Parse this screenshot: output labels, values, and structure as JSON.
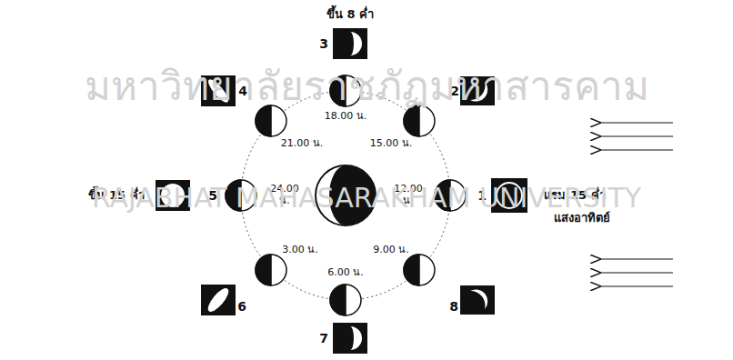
{
  "diagram": {
    "labels": [
      "ขึ้น 8 ค่ำ",
      "3",
      "2",
      "4",
      "1",
      "แรม 15 ค่ำ",
      "แสงอาทิตย์",
      "ขึ้น 15 ค่ำ",
      "5",
      "6",
      "8",
      "7",
      "18.00 น.",
      "21.00 น.",
      "15.00 น.",
      "24.00 น.",
      "12.00 น.",
      "3.00 น.",
      "9.00 น.",
      "6.00 น.",
      "มหาวิทยาลัยราชภัฏมหาสารคาม",
      "RAJABHAT MAHASARAKHAM UNIVERSITY"
    ]
  }
}
